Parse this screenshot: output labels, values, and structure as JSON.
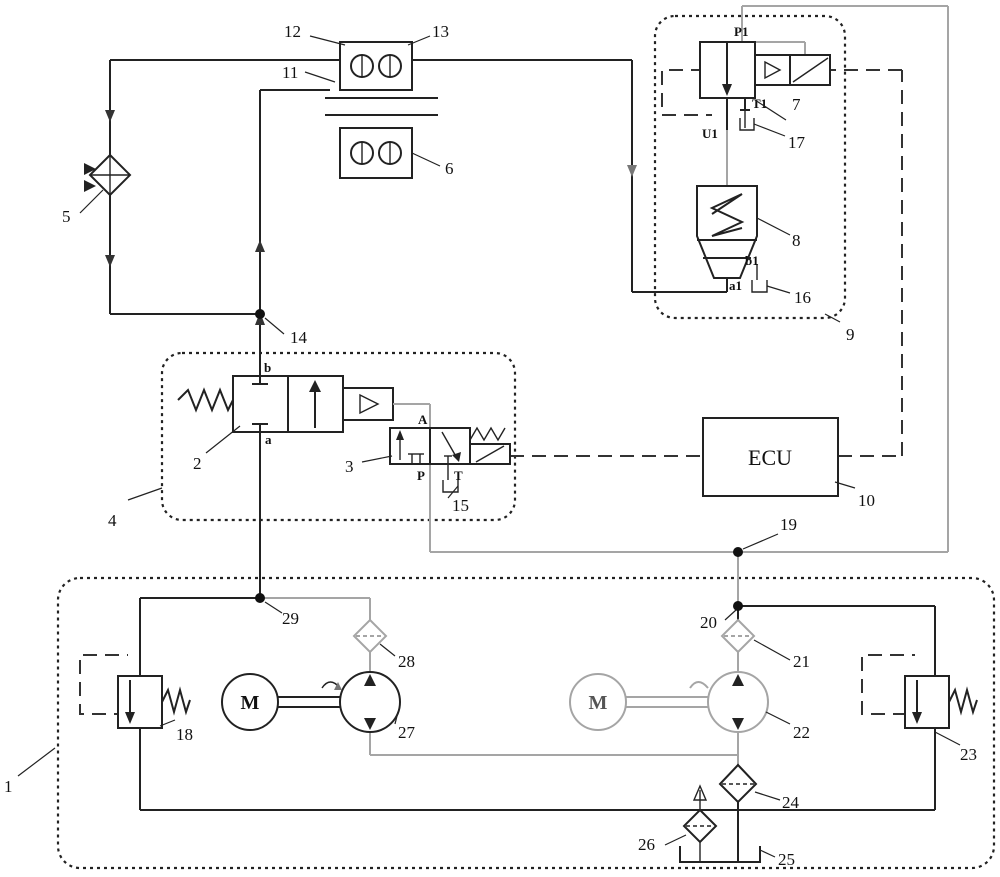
{
  "components": {
    "ecu": "ECU",
    "motor_left": "M",
    "motor_right": "M"
  },
  "ports": {
    "a": "a",
    "b": "b",
    "A": "A",
    "P": "P",
    "T": "T",
    "P1": "P1",
    "T1": "T1",
    "U1": "U1",
    "a1": "a1",
    "b1": "b1"
  },
  "labels": {
    "n1": "1",
    "n2": "2",
    "n3": "3",
    "n4": "4",
    "n5": "5",
    "n6": "6",
    "n7": "7",
    "n8": "8",
    "n9": "9",
    "n10": "10",
    "n11": "11",
    "n12": "12",
    "n13": "13",
    "n14": "14",
    "n15": "15",
    "n16": "16",
    "n17": "17",
    "n18": "18",
    "n19": "19",
    "n20": "20",
    "n21": "21",
    "n22": "22",
    "n23": "23",
    "n24": "24",
    "n25": "25",
    "n26": "26",
    "n27": "27",
    "n28": "28",
    "n29": "29"
  }
}
